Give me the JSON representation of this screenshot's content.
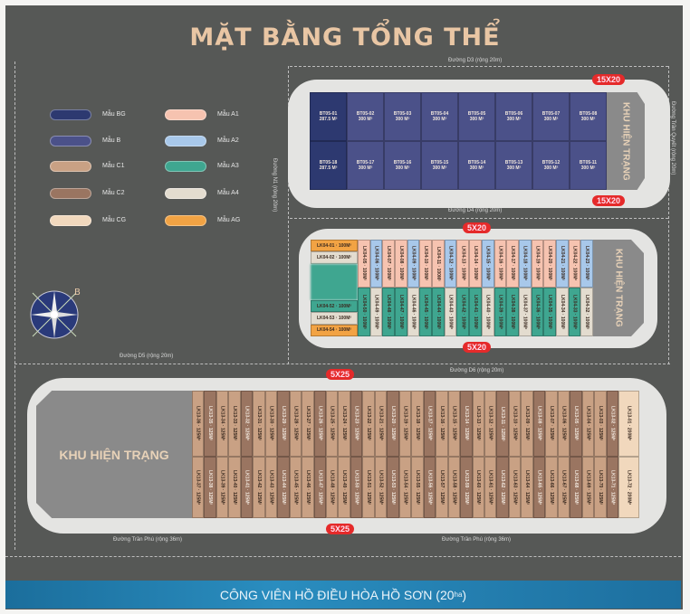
{
  "title": "MẶT BẰNG TỔNG THỂ",
  "roads": {
    "d3": "Đường D3 (rộng 20m)",
    "d4": "Đường D4 (rộng 20m)",
    "n1": "Đường N1 (rộng 20m)",
    "tran_quyet": "Đường Trần Quyết (rộng 20m)",
    "d5": "Đường D5 (rộng 20m)",
    "d6": "Đường D6 (rộng 20m)",
    "tran_phu_left": "Đường Trần Phú (rộng 36m)",
    "tran_phu_right": "Đường Trần Phú (rộng 36m)"
  },
  "legend": [
    {
      "label": "Mẫu BG",
      "color": "#2d3970"
    },
    {
      "label": "Mẫu B",
      "color": "#4b5189"
    },
    {
      "label": "Mẫu C1",
      "color": "#c9a184"
    },
    {
      "label": "Mẫu C2",
      "color": "#9a7561"
    },
    {
      "label": "Mẫu CG",
      "color": "#f1d8bd"
    },
    {
      "label": "Mẫu A1",
      "color": "#f6c3b0"
    },
    {
      "label": "Mẫu A2",
      "color": "#a8c8ea"
    },
    {
      "label": "Mẫu A3",
      "color": "#3fa690"
    },
    {
      "label": "Mẫu A4",
      "color": "#e3dccf"
    },
    {
      "label": "Mẫu AG",
      "color": "#f2a344"
    }
  ],
  "compass_label": "B",
  "khu_hien_trang": "KHU HIỆN TRẠNG",
  "badges": {
    "b1_top": "15X20",
    "b1_bottom": "15X20",
    "b2_top": "5X20",
    "b2_bottom": "5X20",
    "b3_top": "5X25",
    "b3_bottom": "5X25"
  },
  "block1": {
    "top": [
      [
        "BT05-01",
        "287.5 M²",
        "BG"
      ],
      [
        "BT05-02",
        "300 M²",
        "B"
      ],
      [
        "BT05-03",
        "300 M²",
        "B"
      ],
      [
        "BT05-04",
        "300 M²",
        "B"
      ],
      [
        "BT05-05",
        "300 M²",
        "B"
      ],
      [
        "BT05-06",
        "300 M²",
        "B"
      ],
      [
        "BT05-07",
        "300 M²",
        "B"
      ],
      [
        "BT05-08",
        "300 M²",
        "B"
      ]
    ],
    "bottom": [
      [
        "BT05-18",
        "287.5 M²",
        "BG"
      ],
      [
        "BT05-17",
        "300 M²",
        "B"
      ],
      [
        "BT05-16",
        "300 M²",
        "B"
      ],
      [
        "BT05-15",
        "300 M²",
        "B"
      ],
      [
        "BT05-14",
        "300 M²",
        "B"
      ],
      [
        "BT05-13",
        "300 M²",
        "B"
      ],
      [
        "BT05-12",
        "300 M²",
        "B"
      ],
      [
        "BT05-11",
        "300 M²",
        "B"
      ]
    ]
  },
  "block2": {
    "area": "100M²",
    "left_top": [
      [
        "LK04-01",
        "AG"
      ],
      [
        "LK04-02",
        "A4"
      ]
    ],
    "left_bottom": [
      [
        "LK04-52",
        "A3"
      ],
      [
        "LK04-53",
        "A4"
      ],
      [
        "LK04-54",
        "AG"
      ]
    ],
    "top": [
      "LK04-05",
      "LK04-06",
      "LK04-07",
      "LK04-08",
      "LK04-09",
      "LK04-10",
      "LK04-11",
      "LK04-12",
      "LK04-13",
      "LK04-14",
      "LK04-15",
      "LK04-16",
      "LK04-17",
      "LK04-18",
      "LK04-19",
      "LK04-20",
      "LK04-21",
      "LK04-22",
      "LK04-23"
    ],
    "top_styles": [
      "A1",
      "A2",
      "A1",
      "A1",
      "A2",
      "A1",
      "A1",
      "A2",
      "A1",
      "A1",
      "A2",
      "A1",
      "A1",
      "A2",
      "A1",
      "A1",
      "A2",
      "A1",
      "A2"
    ],
    "bottom": [
      "LK04-50",
      "LK04-49",
      "LK04-48",
      "LK04-47",
      "LK04-46",
      "LK04-45",
      "LK04-44",
      "LK04-43",
      "LK04-42",
      "LK04-41",
      "LK04-40",
      "LK04-39",
      "LK04-38",
      "LK04-37",
      "LK04-36",
      "LK04-35",
      "LK04-34",
      "LK04-33",
      "LK04-32"
    ],
    "bottom_styles": [
      "A3",
      "A4",
      "A3",
      "A3",
      "A4",
      "A3",
      "A3",
      "A4",
      "A3",
      "A3",
      "A4",
      "A3",
      "A3",
      "A4",
      "A3",
      "A3",
      "A4",
      "A3",
      "A4"
    ]
  },
  "block3": {
    "area": "125M²",
    "top": [
      "LK13-36",
      "LK13-35",
      "LK13-34",
      "LK13-33",
      "LK13-32",
      "LK13-31",
      "LK13-30",
      "LK13-29",
      "LK13-28",
      "LK13-27",
      "LK13-26",
      "LK13-25",
      "LK13-24",
      "LK13-23",
      "LK13-22",
      "LK13-21",
      "LK13-20",
      "LK13-19",
      "LK13-18",
      "LK13-17",
      "LK13-16",
      "LK13-15",
      "LK13-14",
      "LK13-13",
      "LK13-12",
      "LK13-11",
      "LK13-10",
      "LK13-09",
      "LK13-08",
      "LK13-07",
      "LK13-06",
      "LK13-05",
      "LK13-04",
      "LK13-03",
      "LK13-02"
    ],
    "bottom": [
      "LK13-37",
      "LK13-38",
      "LK13-39",
      "LK13-40",
      "LK13-41",
      "LK13-42",
      "LK13-43",
      "LK13-44",
      "LK13-45",
      "LK13-46",
      "LK13-47",
      "LK13-48",
      "LK13-49",
      "LK13-50",
      "LK13-51",
      "LK13-52",
      "LK13-53",
      "LK13-54",
      "LK13-55",
      "LK13-56",
      "LK13-57",
      "LK13-58",
      "LK13-59",
      "LK13-60",
      "LK13-61",
      "LK13-62",
      "LK13-63",
      "LK13-64",
      "LK13-65",
      "LK13-66",
      "LK13-67",
      "LK13-68",
      "LK13-69",
      "LK13-70",
      "LK13-71"
    ],
    "corner_top": [
      "LK13-01",
      "200M²"
    ],
    "corner_bottom": [
      "LK13-72",
      "200M²"
    ]
  },
  "park": "CÔNG VIÊN HỒ ĐIỀU HÒA HỒ SƠN (20",
  "park_unit": "ha",
  "park_close": ")"
}
